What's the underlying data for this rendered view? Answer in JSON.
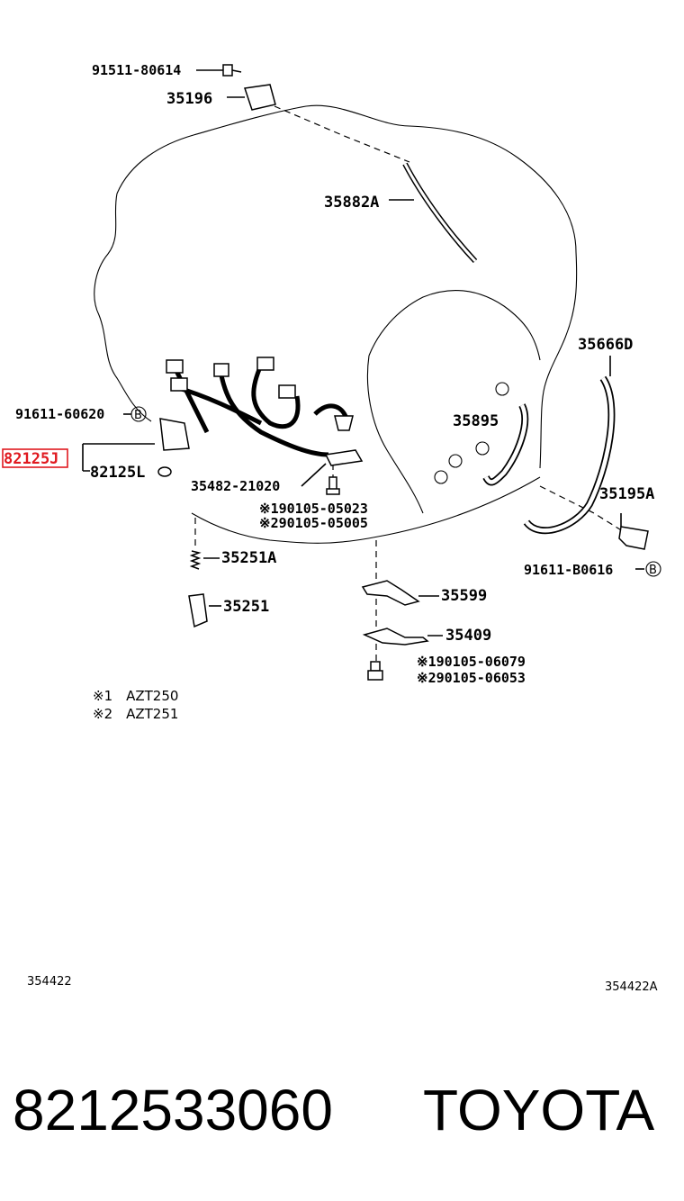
{
  "parts": {
    "p91511": "91511-80614",
    "p35196": "35196",
    "p35882A": "35882A",
    "p35666D": "35666D",
    "p91611_60620": "91611-60620",
    "b_mark": "B",
    "p82125J": "82125J",
    "p82125L": "82125L",
    "p35895": "35895",
    "p35482": "35482-21020",
    "p35195A": "35195A",
    "p90105_05023": "※190105-05023",
    "p90105_05005": "※290105-05005",
    "p35251A": "35251A",
    "p91611_B0616": "91611-B0616",
    "p35251": "35251",
    "p35599": "35599",
    "p35409": "35409",
    "p90105_06079": "※190105-06079",
    "p90105_06053": "※290105-06053"
  },
  "notes": {
    "n1": "※1　AZT250",
    "n2": "※2　AZT251"
  },
  "refs": {
    "left": "354422",
    "right": "354422A"
  },
  "footer": {
    "part_number": "8212533060",
    "brand": "TOYOTA"
  },
  "colors": {
    "highlight": "#e0191f"
  }
}
